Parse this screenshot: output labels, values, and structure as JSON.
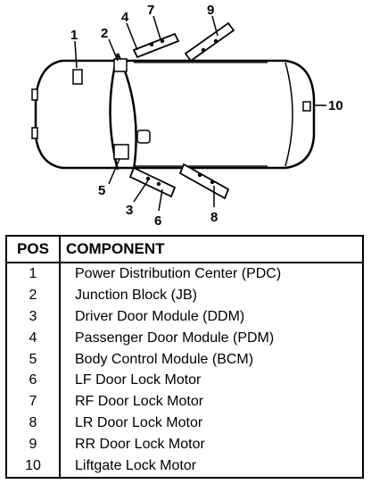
{
  "diagram": {
    "callouts": [
      {
        "id": "1",
        "label": "1"
      },
      {
        "id": "2",
        "label": "2"
      },
      {
        "id": "3",
        "label": "3"
      },
      {
        "id": "4",
        "label": "4"
      },
      {
        "id": "5",
        "label": "5"
      },
      {
        "id": "6",
        "label": "6"
      },
      {
        "id": "7",
        "label": "7"
      },
      {
        "id": "8",
        "label": "8"
      },
      {
        "id": "9",
        "label": "9"
      },
      {
        "id": "10",
        "label": "10"
      }
    ]
  },
  "legend": {
    "header": {
      "pos": "POS",
      "component": "COMPONENT"
    },
    "rows": [
      {
        "pos": "1",
        "component": "Power Distribution Center (PDC)"
      },
      {
        "pos": "2",
        "component": "Junction Block (JB)"
      },
      {
        "pos": "3",
        "component": "Driver Door Module (DDM)"
      },
      {
        "pos": "4",
        "component": "Passenger Door Module (PDM)"
      },
      {
        "pos": "5",
        "component": "Body Control Module (BCM)"
      },
      {
        "pos": "6",
        "component": "LF Door Lock Motor"
      },
      {
        "pos": "7",
        "component": "RF Door Lock Motor"
      },
      {
        "pos": "8",
        "component": "LR Door Lock Motor"
      },
      {
        "pos": "9",
        "component": "RR Door Lock Motor"
      },
      {
        "pos": "10",
        "component": "Liftgate Lock Motor"
      }
    ]
  }
}
